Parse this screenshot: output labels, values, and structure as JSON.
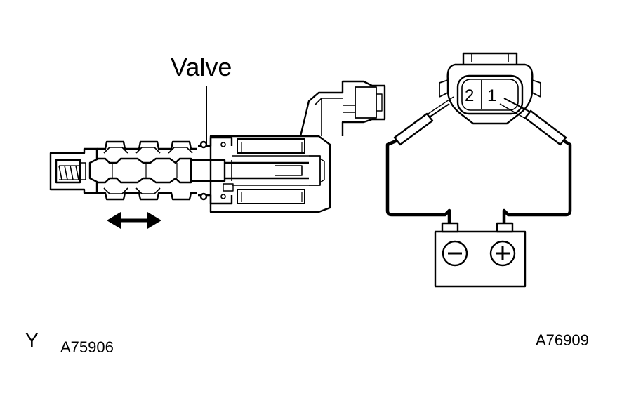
{
  "labels": {
    "valve": "Valve",
    "pin_left": "2",
    "pin_right": "1",
    "corner_letter": "Y",
    "figure_code_left": "A75906",
    "figure_code_right": "A76909"
  },
  "icons": {
    "battery_negative": "minus-terminal-icon",
    "battery_positive": "plus-terminal-icon",
    "direction_arrow": "double-arrow-icon"
  },
  "colors": {
    "stroke": "#000000",
    "background": "#ffffff"
  }
}
